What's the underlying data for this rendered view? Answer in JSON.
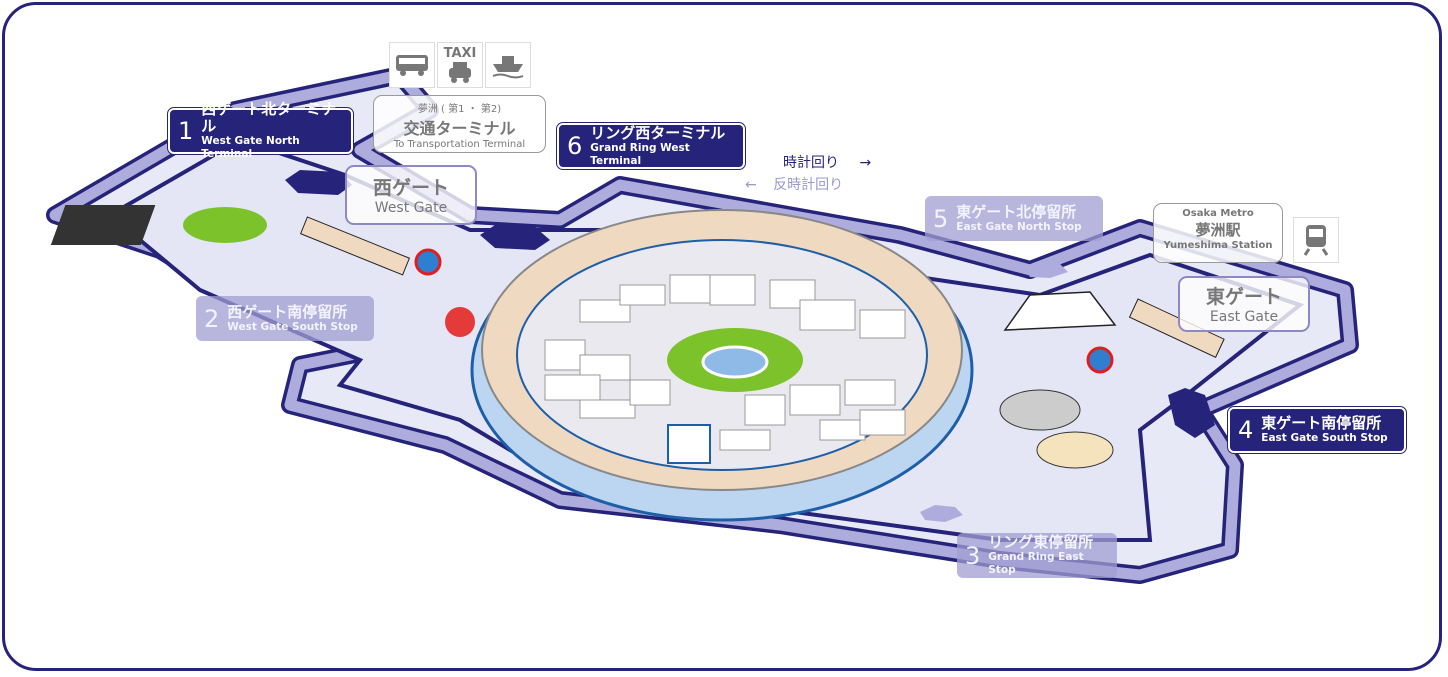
{
  "stops": [
    {
      "num": "1",
      "jp": "西ゲート北ターミナル",
      "en": "West Gate North Terminal",
      "state": "active"
    },
    {
      "num": "2",
      "jp": "西ゲート南停留所",
      "en": "West Gate South Stop",
      "state": "faded"
    },
    {
      "num": "3",
      "jp": "リング東停留所",
      "en": "Grand Ring East Stop",
      "state": "faded"
    },
    {
      "num": "4",
      "jp": "東ゲート南停留所",
      "en": "East Gate South Stop",
      "state": "active"
    },
    {
      "num": "5",
      "jp": "東ゲート北停留所",
      "en": "East Gate North Stop",
      "state": "faded"
    },
    {
      "num": "6",
      "jp": "リング西ターミナル",
      "en": "Grand Ring West Terminal",
      "state": "active"
    }
  ],
  "gates": {
    "west": {
      "jp": "西ゲート",
      "en": "West Gate"
    },
    "east": {
      "jp": "東ゲート",
      "en": "East Gate"
    }
  },
  "transport_terminal": {
    "line1": "夢洲 ( 第1 ・ 第2)",
    "jp": "交通ターミナル",
    "en": "To Transportation Terminal"
  },
  "transport_icons": {
    "bus": "bus-icon",
    "taxi_label": "TAXI",
    "ship": "ship-icon"
  },
  "station": {
    "line1": "Osaka Metro",
    "jp": "夢洲駅",
    "en": "Yumeshima Station"
  },
  "direction": {
    "clockwise": "時計回り",
    "counterclockwise": "反時計回り",
    "arrow_right": "→",
    "arrow_left": "←"
  },
  "colors": {
    "navy": "#25237a",
    "lavender": "#aeacdc",
    "ring": "#efd9c0",
    "green": "#7cc22a"
  }
}
